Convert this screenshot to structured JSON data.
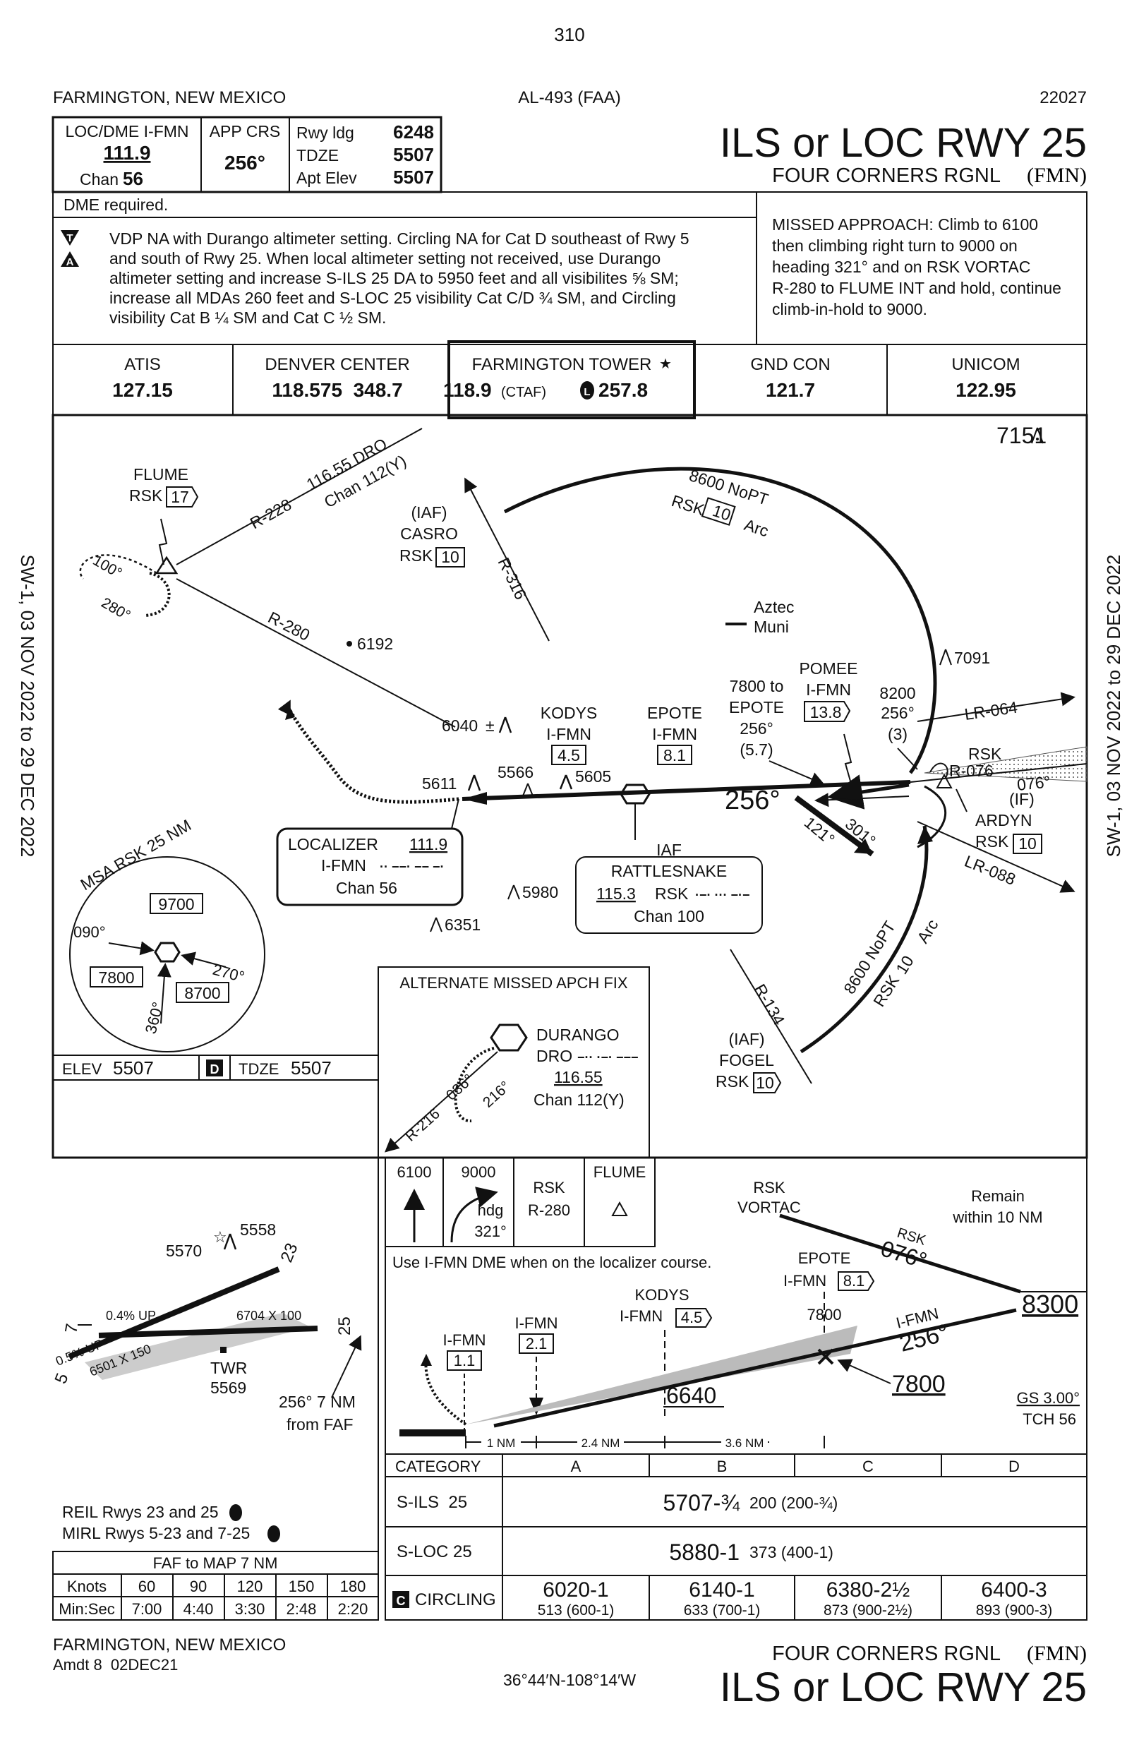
{
  "page_number": "310",
  "header": {
    "city": "FARMINGTON, NEW MEXICO",
    "procedure_id": "AL-493 (FAA)",
    "cycle": "22027",
    "title": "ILS or LOC RWY 25",
    "airport": "FOUR CORNERS RGNL",
    "airport_id": "(FMN)"
  },
  "briefing": {
    "loc_label": "LOC/DME I-FMN",
    "loc_freq": "111.9",
    "chan_label": "Chan",
    "chan_value": "56",
    "app_crs_label": "APP CRS",
    "app_crs_value": "256°",
    "rwy_ldg_label": "Rwy ldg",
    "rwy_ldg_value": "6248",
    "tdze_label": "TDZE",
    "tdze_value": "5507",
    "apt_elev_label": "Apt Elev",
    "apt_elev_value": "5507",
    "dme_required": "DME required.",
    "notes": [
      "VDP NA with Durango altimeter setting.  Circling NA for Cat D southeast of Rwy 5",
      "and south of Rwy 25.  When local altimeter setting not received, use Durango",
      "altimeter setting and increase S-ILS 25 DA to 5950 feet and all visibilites ⅝ SM;",
      "increase all MDAs 260 feet and S-LOC 25 visibility Cat C/D ¾ SM, and Circling",
      "visibility Cat B ¼ SM and Cat C ½ SM."
    ],
    "missed_approach": [
      "MISSED APPROACH: Climb to 6100",
      "then climbing right turn to 9000 on",
      "heading 321° and on RSK VORTAC",
      "R-280 to FLUME INT and hold, continue",
      "climb-in-hold to 9000."
    ]
  },
  "comms": [
    {
      "label": "ATIS",
      "value": "127.15"
    },
    {
      "label": "DENVER CENTER",
      "value": "118.575  348.7"
    },
    {
      "label": "FARMINGTON TOWER",
      "value": "118.9",
      "ctaf": "(CTAF)",
      "value2": "257.8"
    },
    {
      "label": "GND CON",
      "value": "121.7"
    },
    {
      "label": "UNICOM",
      "value": "122.95"
    }
  ],
  "plan": {
    "high_obstacle": "7151",
    "flume": {
      "name": "FLUME",
      "rsk": "RSK",
      "dist": "17"
    },
    "dro_freq": "116.55 DRO",
    "dro_chan": "Chan 112(Y)",
    "r228": "R-228",
    "r280": "R-280",
    "r316": "R-316",
    "hold_100": "100°",
    "hold_280": "280°",
    "casro": {
      "iaf": "(IAF)",
      "name": "CASRO",
      "rsk": "RSK",
      "dist": "10"
    },
    "arc_north": "8600 NoPT",
    "arc_north_rsk": "RSK",
    "arc_north_dist": "10",
    "arc_north_word": "Arc",
    "aztec": "Aztec",
    "muni": "Muni",
    "obst_6192": "6192",
    "obst_7091": "7091",
    "obst_6040": "6040",
    "obst_5611": "5611",
    "obst_5566": "5566",
    "obst_5605": "5605",
    "obst_5980": "5980",
    "obst_6351": "6351",
    "kodys": {
      "name": "KODYS",
      "loc": "I-FMN",
      "dist": "4.5"
    },
    "epote": {
      "name": "EPOTE",
      "loc": "I-FMN",
      "dist": "8.1"
    },
    "epote_alt": [
      "7800 to",
      "EPOTE",
      "256°",
      "(5.7)"
    ],
    "pomee": {
      "name": "POMEE",
      "loc": "I-FMN",
      "dist": "13.8"
    },
    "pomee_alt": [
      "8200",
      "256°",
      "(3)"
    ],
    "lr064": "LR-064",
    "rsk_r076": "RSK",
    "r076": "R-076",
    "hdg_076": "076°",
    "ardyn": {
      "if": "(IF)",
      "name": "ARDYN",
      "rsk": "RSK",
      "dist": "10"
    },
    "lr088": "LR-088",
    "course_256": "256°",
    "hdg_121": "121°",
    "hdg_301": "301°",
    "localizer": {
      "label": "LOCALIZER",
      "freq": "111.9",
      "id": "I-FMN",
      "morse": "·· −−· −− −·",
      "chan": "Chan 56"
    },
    "rattlesnake": {
      "iaf": "IAF",
      "name": "RATTLESNAKE",
      "freq": "115.3",
      "id": "RSK",
      "morse": "·−· ··· −·−",
      "chan": "Chan 100"
    },
    "arc_south": "8600 NoPT",
    "arc_south_rsk": "RSK",
    "arc_south_dist": "10",
    "arc_south_word": "Arc",
    "r134": "R-134",
    "fogel": {
      "iaf": "(IAF)",
      "name": "FOGEL",
      "rsk": "RSK",
      "dist": "10"
    },
    "msa": {
      "title": "MSA RSK 25 NM",
      "alt1": "9700",
      "alt2": "7800",
      "alt3": "8700",
      "b090": "090°",
      "b270": "270°",
      "b360": "360°"
    },
    "alt_missed": {
      "title": "ALTERNATE MISSED APCH FIX",
      "name": "DURANGO",
      "id": "DRO",
      "morse": "−·· ·−· −−−",
      "freq": "116.55",
      "chan": "Chan 112(Y)",
      "r216": "R-216",
      "h036": "036°",
      "h216": "216°"
    }
  },
  "airport_diagram": {
    "elev_label": "ELEV",
    "elev": "5507",
    "d_badge": "D",
    "tdze_label": "TDZE",
    "tdze": "5507",
    "obst_5570": "5570",
    "obst_5558": "5558",
    "rwy_7": "7",
    "rwy_5": "5",
    "rwy_23": "23",
    "rwy_25": "25",
    "slope_04": "0.4% UP",
    "slope_05": "0.5% UP",
    "dims_6704": "6704 X 100",
    "dims_6501": "6501 X 150",
    "twr": "TWR",
    "twr_elev": "5569",
    "final_note": [
      "256° 7 NM",
      "from FAF"
    ],
    "reil": "REIL Rwys 23 and 25",
    "mirl": "MIRL Rwys 5-23 and 7-25",
    "faf_map": "FAF to MAP  7 NM",
    "speed_table": {
      "knots_label": "Knots",
      "time_label": "Min:Sec",
      "knots": [
        "60",
        "90",
        "120",
        "150",
        "180"
      ],
      "times": [
        "7:00",
        "4:40",
        "3:30",
        "2:48",
        "2:20"
      ]
    }
  },
  "profile": {
    "icons": [
      {
        "top": "6100",
        "bottom": ""
      },
      {
        "top": "9000",
        "bottom": "hdg 321°"
      },
      {
        "top": "RSK",
        "bottom": "R-280"
      },
      {
        "top": "FLUME",
        "bottom": ""
      }
    ],
    "hdg_line1": "hdg",
    "hdg_line2": "321°",
    "dme_note": "Use I-FMN DME when on the localizer course.",
    "rsk_vortac": [
      "RSK",
      "VORTAC"
    ],
    "remain": [
      "Remain",
      "within 10 NM"
    ],
    "rsk_076": "RSK",
    "hdg_076": "076°",
    "epote": {
      "name": "EPOTE",
      "loc": "I-FMN",
      "dist": "8.1"
    },
    "kodys": {
      "name": "KODYS",
      "loc": "I-FMN",
      "dist": "4.5"
    },
    "ifmn_21": {
      "loc": "I-FMN",
      "dist": "2.1"
    },
    "ifmn_11": {
      "loc": "I-FMN",
      "dist": "1.1"
    },
    "alt_7800a": "7800",
    "alt_7800b": "7800",
    "alt_8300": "8300",
    "alt_6640": "6640",
    "ifmn_course": "I-FMN",
    "course_256": "256°",
    "gs": "GS 3.00°",
    "tch": "TCH 56",
    "seg1": "1 NM",
    "seg2": "2.4 NM",
    "seg3": "3.6 NM"
  },
  "minimums": {
    "category_label": "CATEGORY",
    "cats": [
      "A",
      "B",
      "C",
      "D"
    ],
    "sils_label": "S-ILS  25",
    "sils_value": "5707-¾",
    "sils_hat": "200 (200-¾)",
    "sloc_label": "S-LOC 25",
    "sloc_value": "5880-1",
    "sloc_hat": "373 (400-1)",
    "circling_badge": "C",
    "circling_label": "CIRCLING",
    "circling": [
      {
        "value": "6020-1",
        "hat": "513 (600-1)"
      },
      {
        "value": "6140-1",
        "hat": "633 (700-1)"
      },
      {
        "value": "6380-2½",
        "hat": "873 (900-2½)"
      },
      {
        "value": "6400-3",
        "hat": "893 (900-3)"
      }
    ]
  },
  "footer": {
    "city": "FARMINGTON, NEW MEXICO",
    "amdt": "Amdt 8  02DEC21",
    "coords": "36°44′N-108°14′W",
    "airport": "FOUR CORNERS RGNL",
    "airport_id": "(FMN)",
    "title": "ILS or LOC RWY 25"
  },
  "side_label": "SW-1, 03 NOV 2022 to 29 DEC 2022"
}
